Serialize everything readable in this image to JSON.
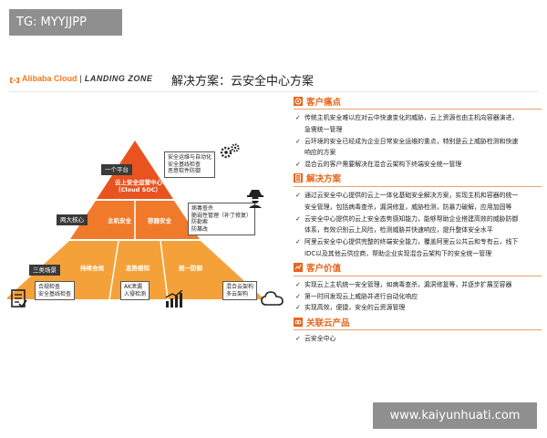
{
  "tg_badge": "TG: MYYJJPP",
  "watermark": "www.kaiyunhuati.com",
  "header": {
    "logo_brand": "Alibaba Cloud",
    "logo_product": "LANDING ZONE",
    "title": "解决方案：云安全中心方案"
  },
  "colors": {
    "accent": "#e8641c",
    "pyramid_top": "#e8531f",
    "pyramid_mid": "#f07a2a",
    "pyramid_base": "#f5a13a"
  },
  "pyramid": {
    "tier1_tag": "一个平台",
    "tier1_label": "云上安全运营中心（Cloud SOC）",
    "tier1_line1": "云上安全运营中心",
    "tier1_line2": "（Cloud SOC）",
    "tier2_tag": "两大核心",
    "tier2_left": "主机安全",
    "tier2_right": "容器安全",
    "tier3_tag": "三类场景",
    "tier3_a": "持续合规",
    "tier3_b": "态势感知",
    "tier3_c": "统一防御",
    "box_ops": [
      "安全运维与自动化",
      "安全基线检查",
      "恶意软件防御"
    ],
    "box_virus": [
      "病毒查杀",
      "脆弱性管理（补丁修复）",
      "防勒索",
      "防篡改"
    ],
    "box_compliance": [
      "合规检查",
      "安全基线检查"
    ],
    "box_ak": [
      "AK泄漏",
      "入侵检测"
    ],
    "box_multicloud": [
      "混合云架构",
      "多云架构"
    ]
  },
  "sections": [
    {
      "title": "客户痛点",
      "icon": "target-icon",
      "items": [
        [
          "传统主机安全难以应对云中快速变化的威胁，云上资源也由主机向容器演进，",
          "急需统一管理"
        ],
        [
          "云环境的安全已经成为企业日常安全运维的重点，特别是云上威胁检测和快速",
          "响应的方案"
        ],
        [
          "混合云的客户需要解决在混合云架构下终端安全统一管理"
        ]
      ]
    },
    {
      "title": "解决方案",
      "icon": "document-icon",
      "items": [
        [
          "通过云安全中心提供的云上一体化基础安全解决方案，实现主机和容器的统一",
          "安全管理，包括病毒查杀，漏洞修复，威胁检测，防暴力破解，应用加固等"
        ],
        [
          "云安全中心提供的云上安全态势感知能力，能够帮助企业搭建高效的威胁防御",
          "体系，有效识别云上风险，检测威胁并快速响应，提升整体安全水平"
        ],
        [
          "阿里云安全中心提供完整的终端安全能力，覆盖阿里云公共云和专有云，线下",
          "IDC以及其他云供应商，帮助企业实现混合云架构下的安全统一管理"
        ]
      ]
    },
    {
      "title": "客户价值",
      "icon": "value-icon",
      "items": [
        [
          "实现云上主机统一安全管理，如病毒查杀，漏洞修复等，并逐步扩展至容器"
        ],
        [
          "第一时间发现云上威胁并进行自动化响应"
        ],
        [
          "实现高效，便捷，安全的云资源管理"
        ]
      ]
    },
    {
      "title": "关联云产品",
      "icon": "link-icon",
      "items": [
        [
          "云安全中心"
        ]
      ]
    }
  ]
}
